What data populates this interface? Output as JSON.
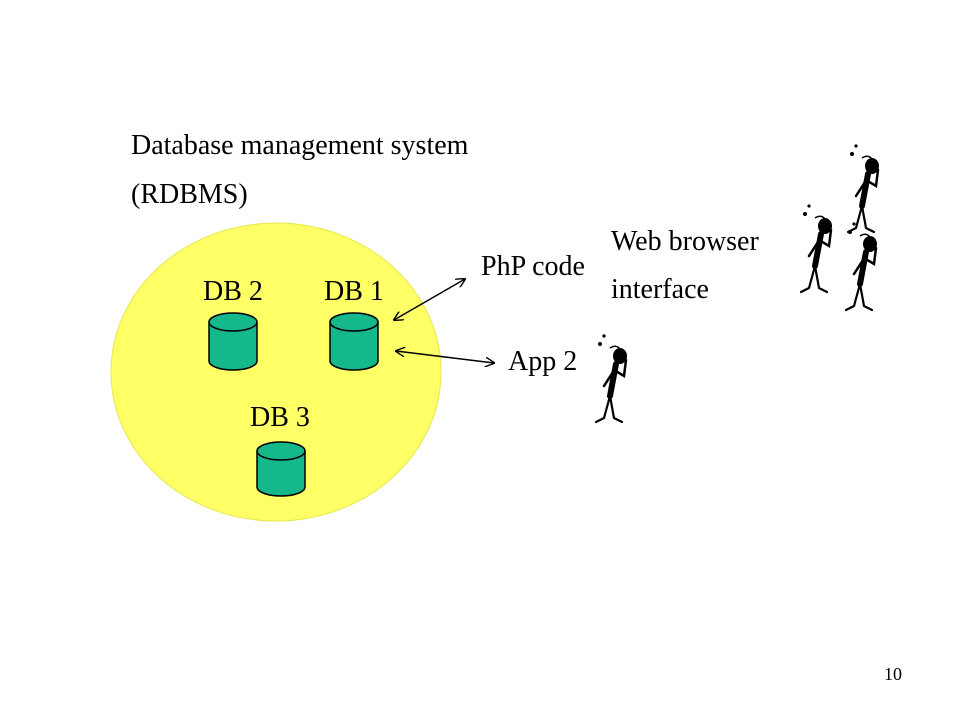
{
  "slide": {
    "title_line1": "Database management  system",
    "title_line2": "(RDBMS)",
    "page_number": "10"
  },
  "databases": [
    {
      "label": "DB 2"
    },
    {
      "label": "DB 1"
    },
    {
      "label": "DB 3"
    }
  ],
  "connections": {
    "php_label": "PhP code",
    "app2_label": "App 2",
    "web_line1": "Web browser",
    "web_line2": "interface"
  },
  "colors": {
    "dbms_fill": "#FFFF66",
    "cylinder_fill": "#14B88A",
    "stroke": "#000000"
  },
  "icons": [
    "user-figure-icon"
  ]
}
